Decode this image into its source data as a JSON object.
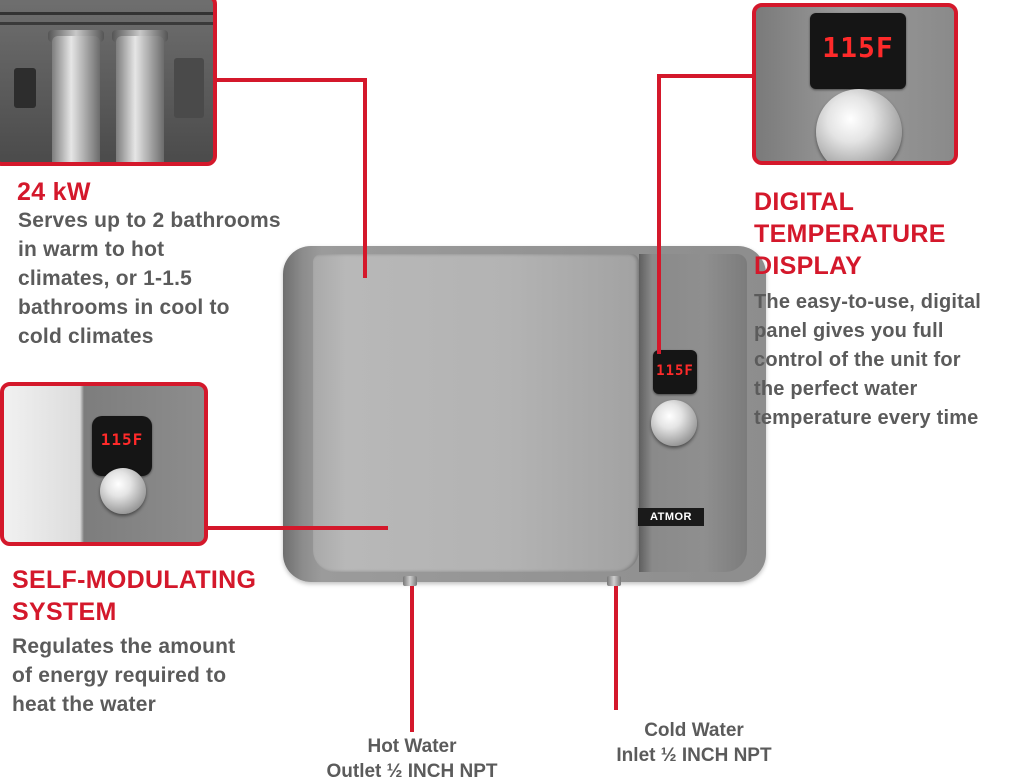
{
  "features": {
    "power": {
      "title": "24 kW",
      "description_lines": [
        "Serves up to 2 bathrooms",
        "in warm to hot",
        "climates, or 1-1.5",
        "bathrooms in cool to",
        "cold climates"
      ]
    },
    "display": {
      "title_lines": [
        "DIGITAL",
        "TEMPERATURE",
        "DISPLAY"
      ],
      "description_lines": [
        "The easy-to-use, digital",
        "panel gives you full",
        "control of the unit for",
        "the perfect water",
        "temperature every time"
      ]
    },
    "modulating": {
      "title_lines": [
        "SELF-MODULATING",
        "SYSTEM"
      ],
      "description_lines": [
        "Regulates the amount",
        "of energy required to",
        "heat the water"
      ]
    }
  },
  "connections": {
    "hot_water": [
      "Hot Water",
      "Outlet ½ INCH NPT"
    ],
    "cold_water": [
      "Cold Water",
      "Inlet ½ INCH NPT"
    ]
  },
  "unit": {
    "brand": "ATMOR",
    "temperature_reading": "115F"
  },
  "colors": {
    "accent_red": "#d4182b",
    "body_text": "#5b5b5b",
    "display_red": "#ff2a2a"
  }
}
